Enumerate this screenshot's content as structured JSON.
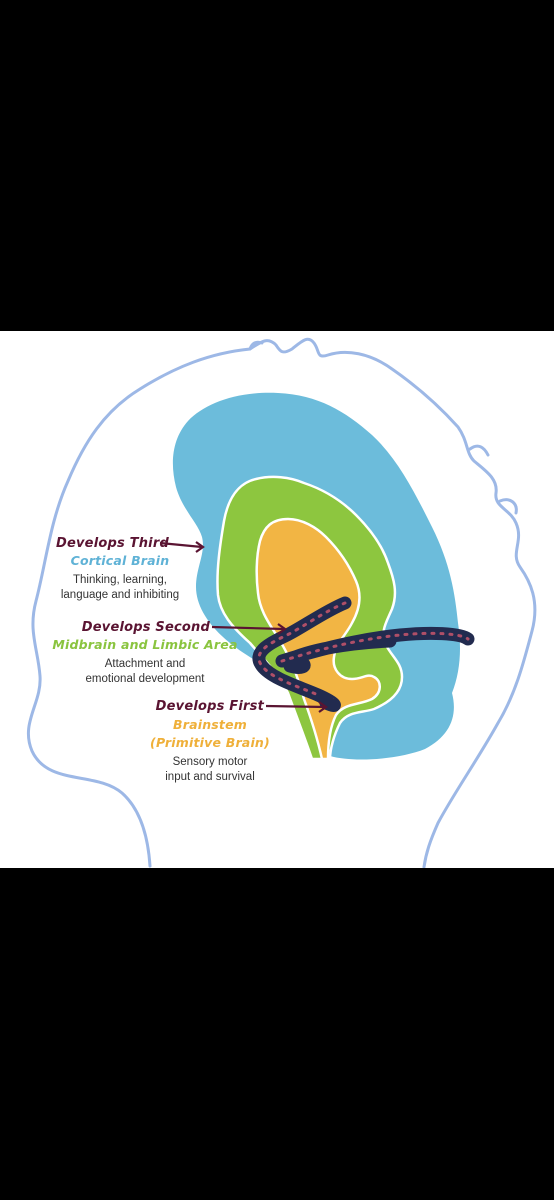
{
  "colors": {
    "page_background": "#000000",
    "panel_background": "#ffffff",
    "head_outline": "#9db8e6",
    "cortical": "#6cbcdb",
    "limbic": "#8dc63f",
    "brainstem": "#f2b544",
    "heading": "#5a1432",
    "cortical_text": "#5fb2d6",
    "limbic_text": "#8ac43f",
    "brainstem_text": "#efb03a",
    "scribble": "#222b4f"
  },
  "labels": {
    "third": {
      "heading": "Develops Third",
      "region": "Cortical Brain",
      "desc_line1": "Thinking, learning,",
      "desc_line2": "language and inhibiting"
    },
    "second": {
      "heading": "Develops Second",
      "region": "Midbrain and Limbic Area",
      "desc_line1": "Attachment and",
      "desc_line2": "emotional development"
    },
    "first": {
      "heading": "Develops First",
      "region_line1": "Brainstem",
      "region_line2": "(Primitive Brain)",
      "desc_line1": "Sensory motor",
      "desc_line2": "input and survival"
    }
  }
}
